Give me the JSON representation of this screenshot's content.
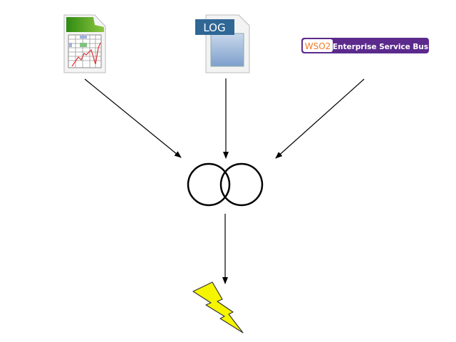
{
  "sources": {
    "spreadsheet": {
      "icon": "spreadsheet-icon"
    },
    "log": {
      "icon": "log-file-icon",
      "label": "LOG"
    },
    "esb": {
      "icon": "wso2-esb-logo",
      "brand": "WSO2",
      "label": "Enterprise Service Bus"
    }
  },
  "processor": {
    "icon": "overlapping-circles-icon"
  },
  "output": {
    "icon": "lightning-bolt-icon"
  },
  "colors": {
    "esb_purple": "#5b2a8c",
    "wso2_orange": "#f47b20",
    "bolt_yellow": "#f5f500",
    "sheet_green": "#4a9a1a",
    "log_blue": "#2f6795"
  }
}
